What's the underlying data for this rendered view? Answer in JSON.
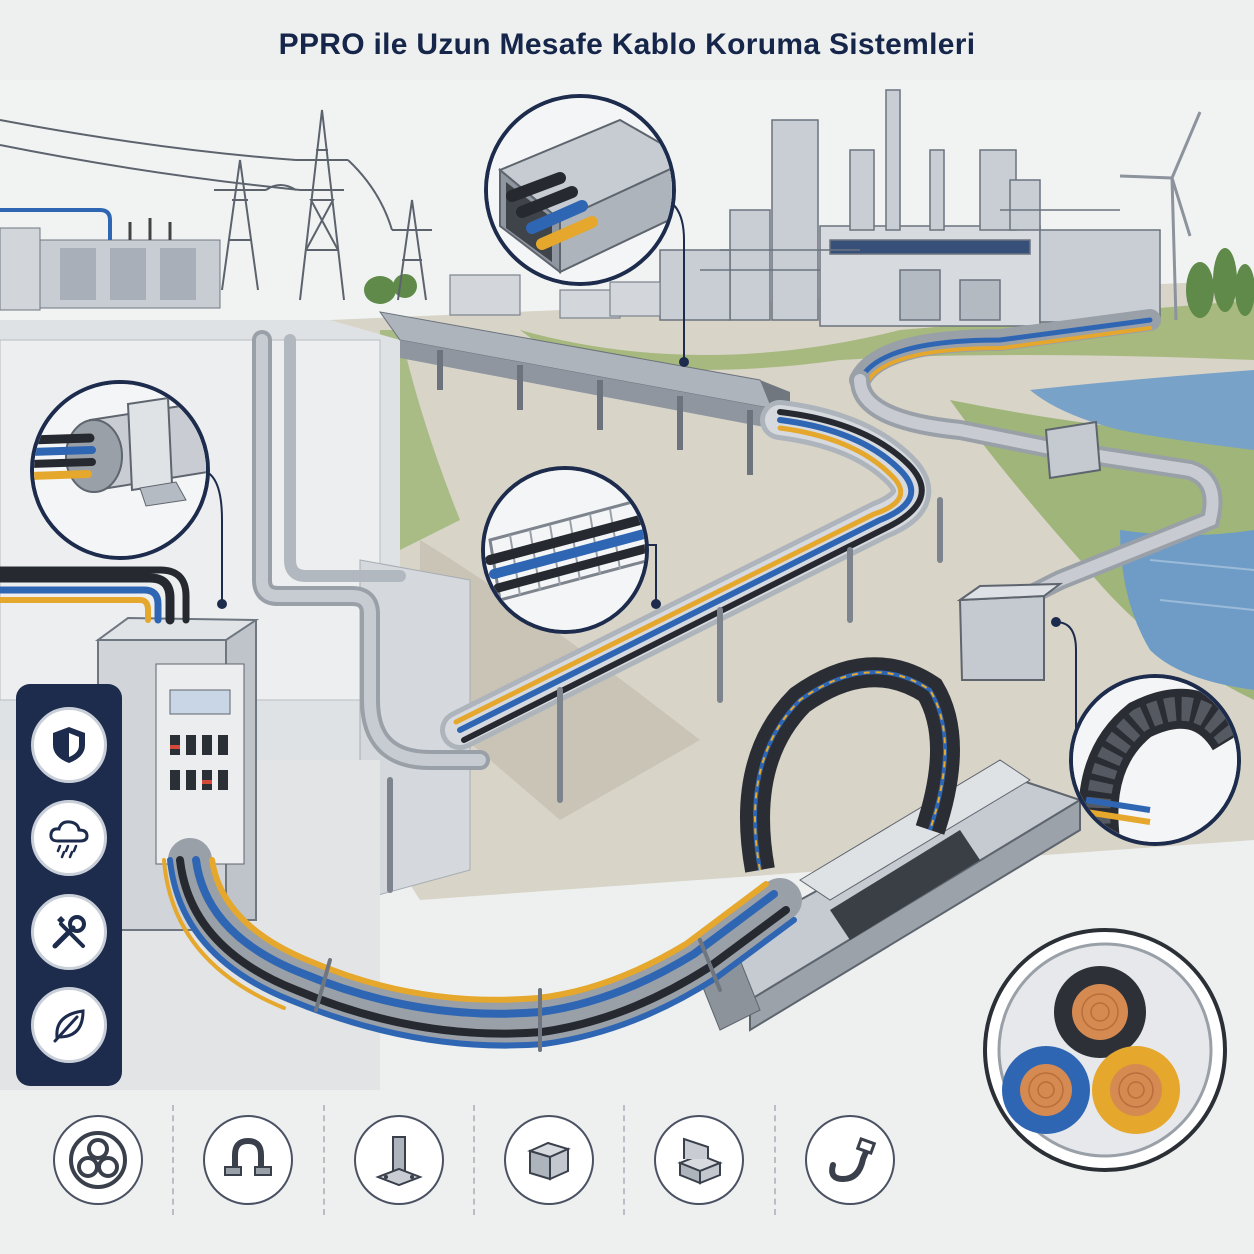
{
  "title": "PPRO ile Uzun Mesafe Kablo Koruma Sistemleri",
  "colors": {
    "title": "#16264a",
    "panel": "#1d2b4c",
    "cable_black": "#262a30",
    "cable_blue": "#2f66b3",
    "cable_yellow": "#e5a72c",
    "copper": "#d58a52",
    "steel": "#b9bfc7",
    "water": "#6f9cc6",
    "grass": "#9fb57a"
  },
  "callouts": [
    {
      "name": "closed-trunking-detail",
      "icon": "closed-cable-duct-icon"
    },
    {
      "name": "conduit-clamp-detail",
      "icon": "conduit-pipe-clamp-icon"
    },
    {
      "name": "cable-ladder-detail",
      "icon": "wire-mesh-tray-icon"
    },
    {
      "name": "drag-chain-detail",
      "icon": "cable-drag-chain-icon"
    },
    {
      "name": "cable-cross-section-detail",
      "icon": "three-core-cable-section-icon"
    }
  ],
  "features": [
    {
      "icon": "shield-icon"
    },
    {
      "icon": "cloud-rain-icon"
    },
    {
      "icon": "wrench-screwdriver-icon"
    },
    {
      "icon": "leaf-icon"
    }
  ],
  "accessories": [
    {
      "icon": "three-core-cable-icon"
    },
    {
      "icon": "pipe-saddle-clamp-icon"
    },
    {
      "icon": "support-post-base-icon"
    },
    {
      "icon": "junction-box-icon"
    },
    {
      "icon": "open-enclosure-box-icon"
    },
    {
      "icon": "cable-tie-icon"
    }
  ]
}
